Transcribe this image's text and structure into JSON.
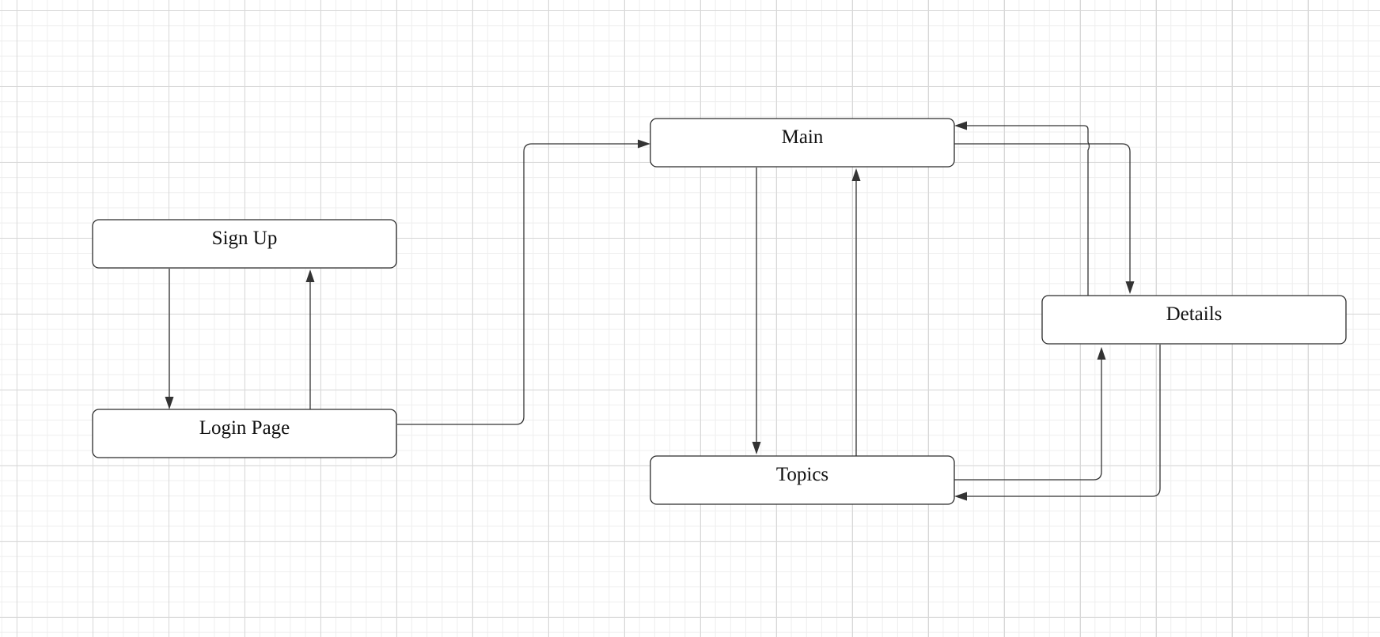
{
  "canvas": {
    "grid": true,
    "colors": {
      "background": "#ffffff",
      "grid_major": "#d8d8d8",
      "grid_minor": "#eeeeee",
      "stroke": "#333333",
      "node_fill": "#ffffff",
      "text": "#111111"
    }
  },
  "nodes": {
    "signup": {
      "label": "Sign Up"
    },
    "login": {
      "label": "Login Page"
    },
    "main": {
      "label": "Main"
    },
    "topics": {
      "label": "Topics"
    },
    "details": {
      "label": "Details"
    }
  },
  "edges": [
    {
      "from": "signup",
      "to": "login"
    },
    {
      "from": "login",
      "to": "signup"
    },
    {
      "from": "login",
      "to": "main"
    },
    {
      "from": "main",
      "to": "topics"
    },
    {
      "from": "topics",
      "to": "main"
    },
    {
      "from": "main",
      "to": "details"
    },
    {
      "from": "details",
      "to": "main"
    },
    {
      "from": "topics",
      "to": "details"
    },
    {
      "from": "details",
      "to": "topics"
    }
  ]
}
